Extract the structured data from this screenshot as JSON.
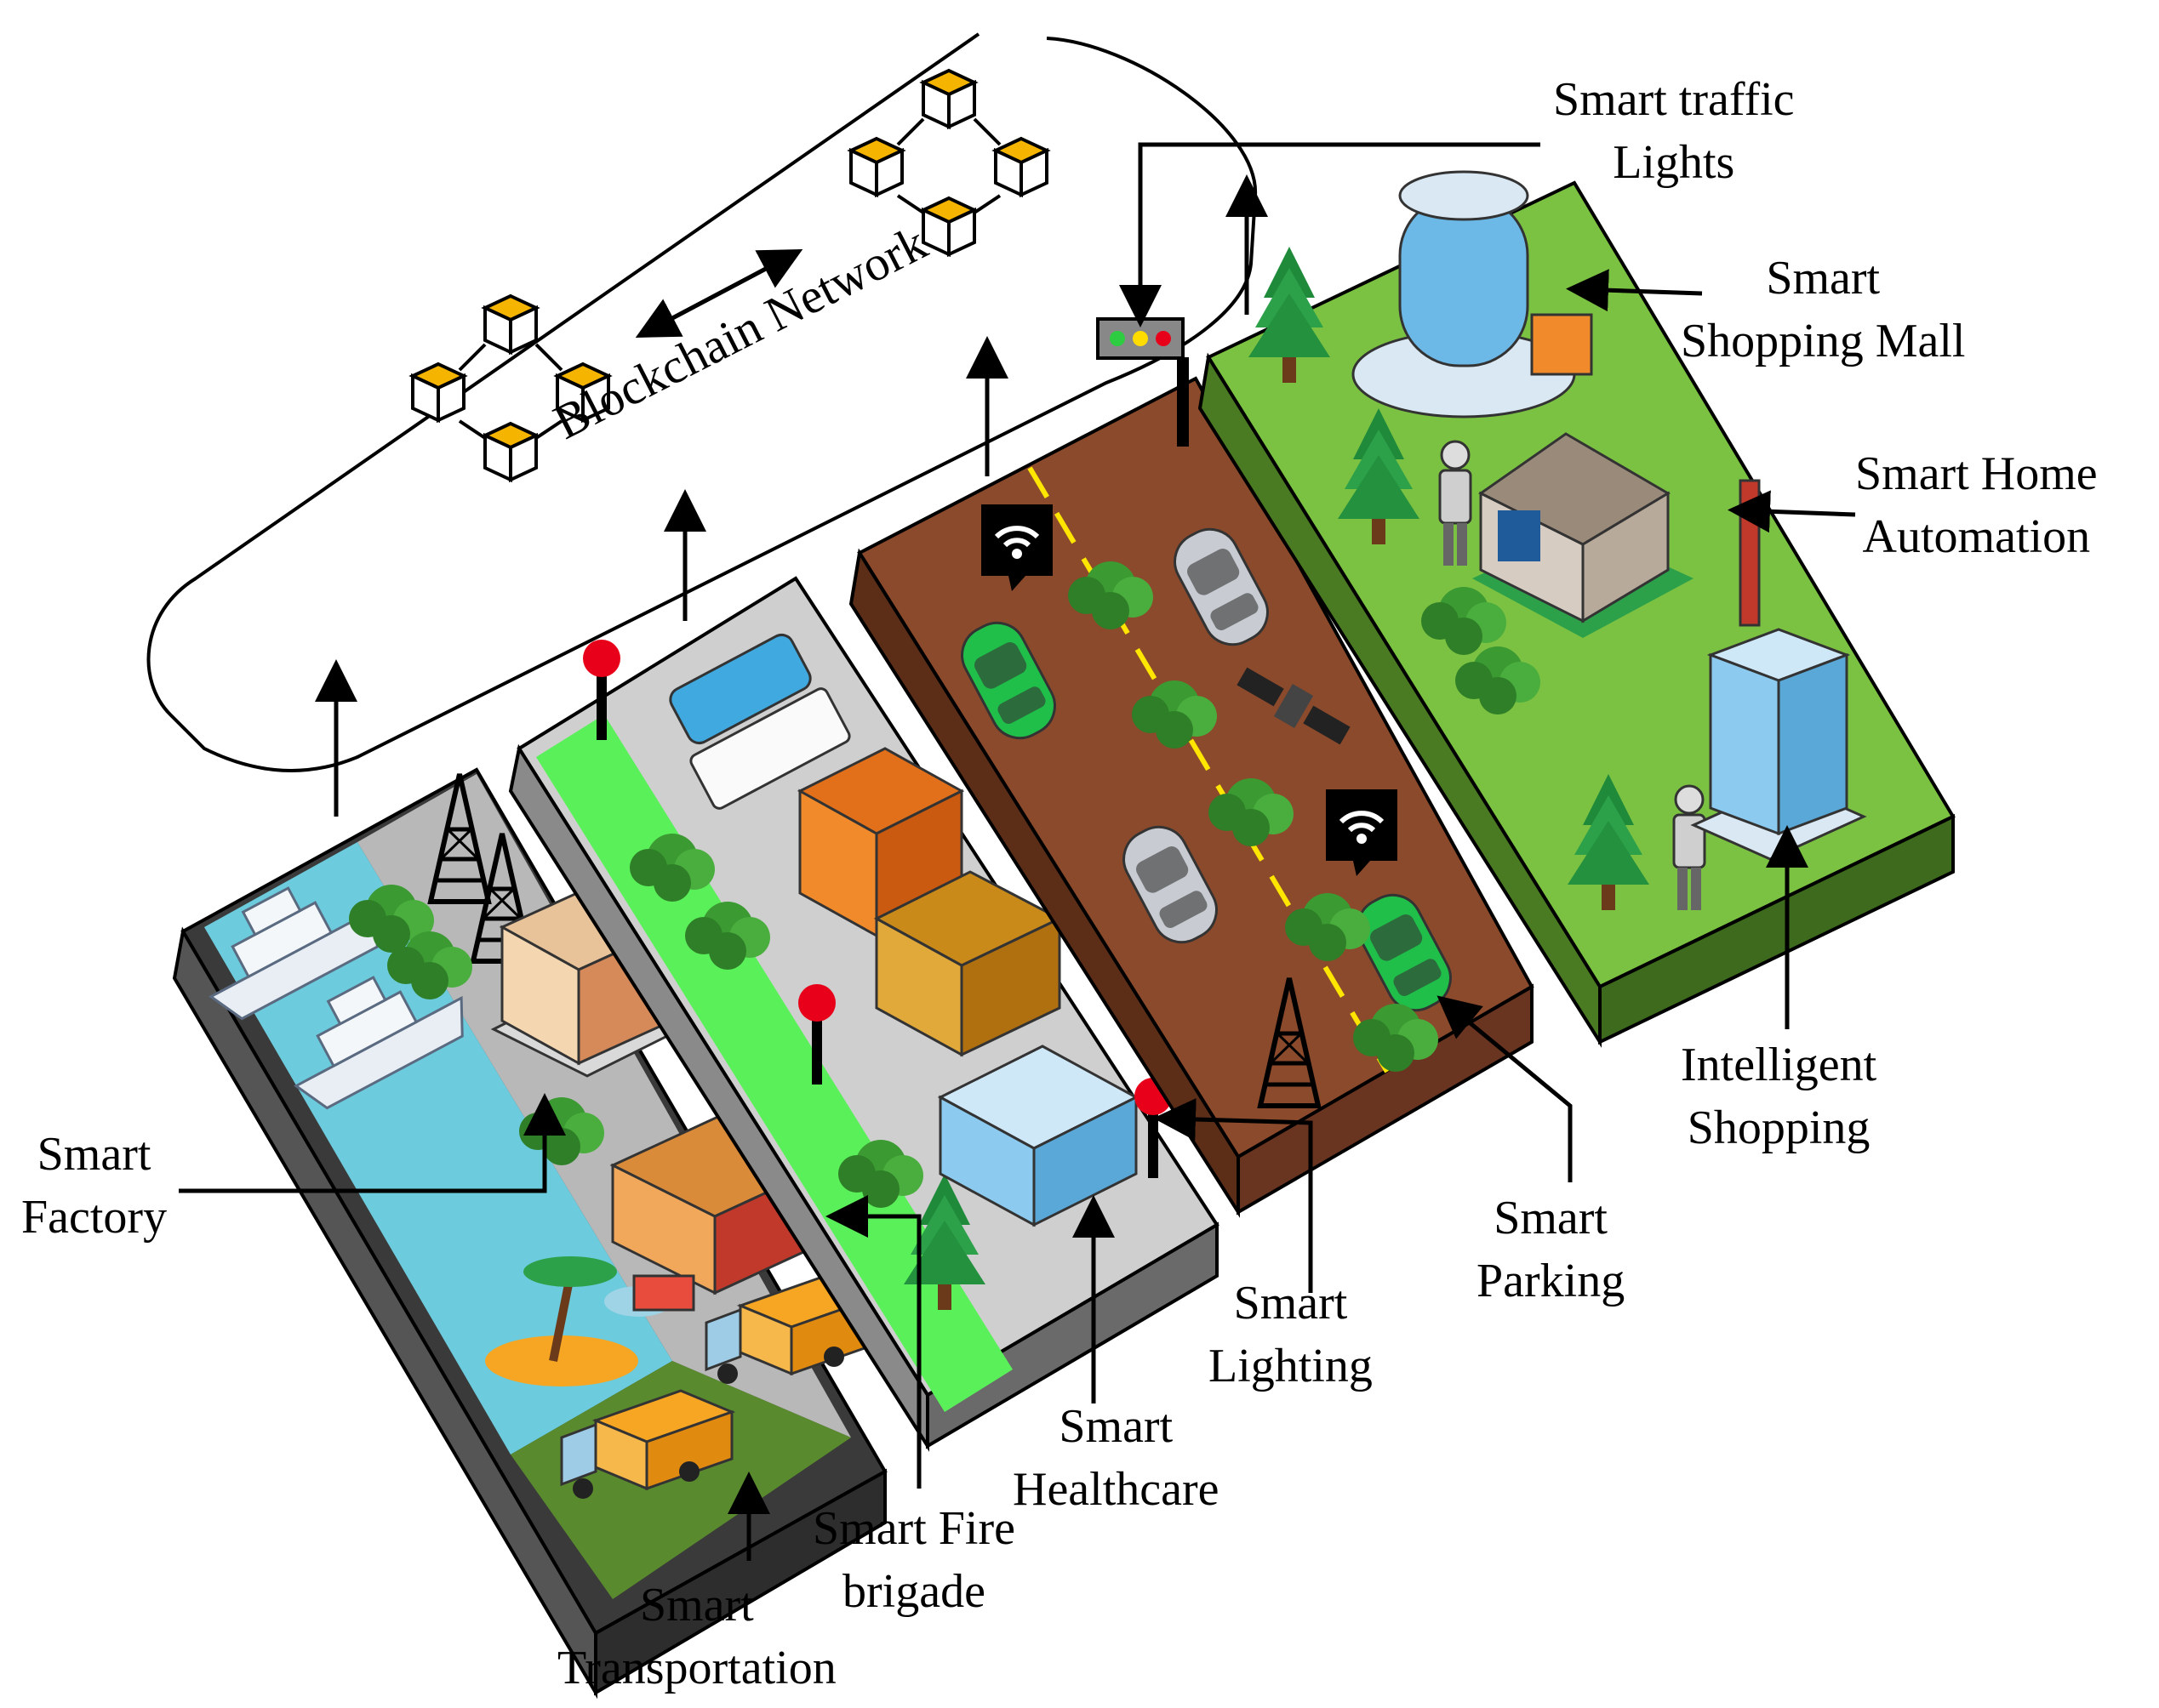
{
  "blockchain": {
    "label": "Blockchain Network"
  },
  "labels": {
    "smart_traffic_lights": [
      "Smart traffic",
      "Lights"
    ],
    "smart_shopping_mall": [
      "Smart",
      "Shopping Mall"
    ],
    "smart_home_automation": [
      "Smart Home",
      "Automation"
    ],
    "intelligent_shopping": [
      "Intelligent",
      "Shopping"
    ],
    "smart_parking": [
      "Smart",
      "Parking"
    ],
    "smart_lighting": [
      "Smart",
      "Lighting"
    ],
    "smart_healthcare": [
      "Smart",
      "Healthcare"
    ],
    "smart_fire_brigade": [
      "Smart Fire",
      "brigade"
    ],
    "smart_transportation": [
      "Smart",
      "Transportation"
    ],
    "smart_factory": [
      "Smart",
      "Factory"
    ]
  },
  "colors": {
    "block_face": "#f5b400",
    "water": "#6ccbdc",
    "road": "#8b4a2b",
    "grass": "#7cc242",
    "sidewalk": "#c8c8c8",
    "green_strip": "#5af05a"
  }
}
